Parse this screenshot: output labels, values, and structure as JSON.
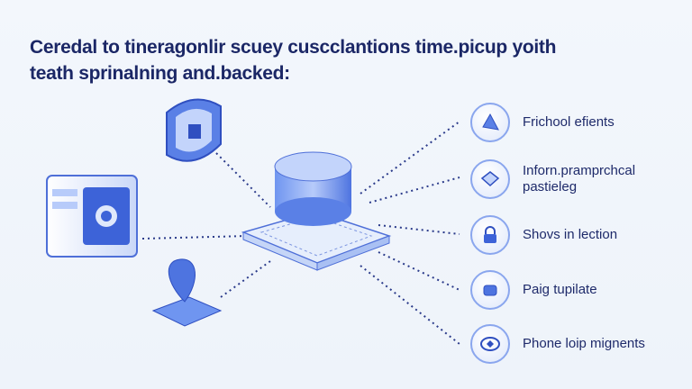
{
  "title": {
    "line1": "Ceredal to tineragonlir scuey cuscclantions time.picup yoith",
    "line2": "teath sprinalning and.backed:"
  },
  "items": [
    {
      "icon": "triangle-icon",
      "label": "Frichool efients"
    },
    {
      "icon": "box-icon",
      "label": "Inforn.pramprchcal pastieleg"
    },
    {
      "icon": "lock-icon",
      "label": "Shovs in lection"
    },
    {
      "icon": "device-icon",
      "label": "Paig tupilate"
    },
    {
      "icon": "chip-icon",
      "label": "Phone loip mignents"
    }
  ],
  "colors": {
    "accent": "#3d63d8",
    "text": "#1b2766"
  }
}
